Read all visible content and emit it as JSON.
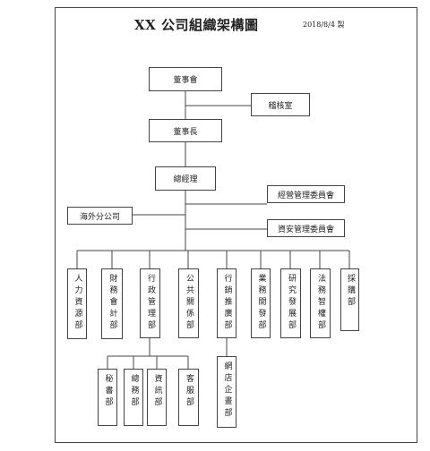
{
  "title": "XX 公司組織架構圖",
  "date": "2018/8/4 製",
  "nodes": {
    "board": "董事會",
    "audit": "稽核室",
    "chairman": "董事長",
    "gm": "總經理",
    "mgmt_committee": "經營管理委員會",
    "asset_committee": "資安管理委員會",
    "overseas": "海外分公司",
    "departments": [
      "人力資源部",
      "財務會計部",
      "行政管理部",
      "公共關係部",
      "行銷推廣部",
      "業務開發部",
      "研究發展部",
      "法務智權部",
      "採購部"
    ],
    "admin_subs": [
      "秘書部",
      "總務部",
      "資訊部",
      "客服部"
    ],
    "marketing_subs": [
      "網店企畫部"
    ]
  }
}
